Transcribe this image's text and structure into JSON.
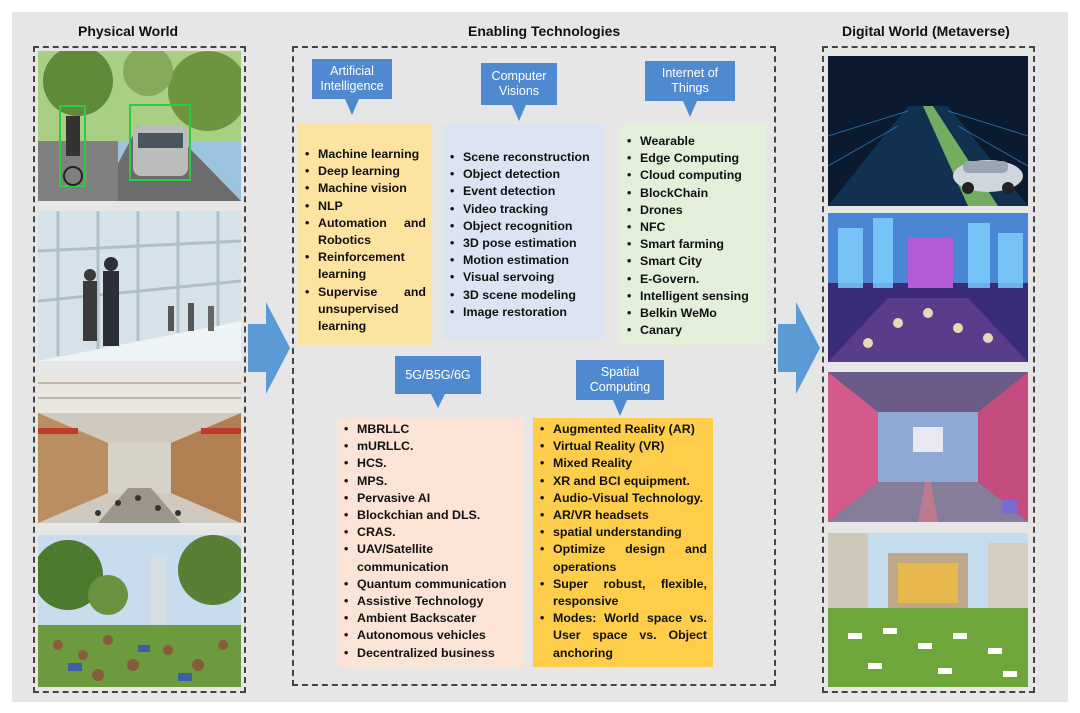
{
  "headings": {
    "physical": "Physical World",
    "enabling": "Enabling Technologies",
    "digital": "Digital World (Metaverse)"
  },
  "callouts": {
    "ai": [
      "Artificial",
      "Intelligence"
    ],
    "cv": [
      "Computer",
      "Visions"
    ],
    "iot": [
      "Internet of",
      "Things"
    ],
    "g": [
      "5G/B5G/6G"
    ],
    "sc": [
      "Spatial",
      "Computing"
    ]
  },
  "ai_items": [
    "Machine learning",
    "Deep learning",
    "Machine vision",
    "NLP",
    "Automation and Robotics",
    "Reinforcement learning",
    "Supervise and unsupervised learning"
  ],
  "cv_items": [
    "Scene reconstruction",
    "Object detection",
    "Event detection",
    "Video tracking",
    "Object recognition",
    "3D pose estimation",
    "Motion estimation",
    "Visual servoing",
    "3D scene modeling",
    "Image restoration"
  ],
  "iot_items": [
    "Wearable",
    "Edge Computing",
    "Cloud computing",
    "BlockChain",
    "Drones",
    "NFC",
    "Smart farming",
    "Smart City",
    "E-Govern.",
    "Intelligent sensing",
    "Belkin WeMo",
    "Canary"
  ],
  "g_items": [
    "MBRLLC",
    "mURLLC.",
    "HCS.",
    "MPS.",
    "Pervasive AI",
    "Blockchian and DLS.",
    "CRAS.",
    "UAV/Satellite communication",
    "Quantum communication",
    "Assistive Technology",
    "Ambient Backscater",
    "Autonomous vehicles",
    "Decentralized business"
  ],
  "sc_items": [
    "Augmented Reality (AR)",
    "Virtual Reality (VR)",
    "Mixed Reality",
    "XR and BCI equipment.",
    "Audio-Visual Technology.",
    "AR/VR headsets",
    "spatial understanding",
    "Optimize design and operations",
    "Super robust, flexible, responsive",
    "Modes: World space vs. User space vs. Object anchoring"
  ],
  "colors": {
    "callout": "#4f8ad0",
    "ai_box": "#fde3a0",
    "cv_box": "#dce4f4",
    "iot_box": "#e3efd9",
    "g_box": "#fbe4d5",
    "sc_box": "#fecd4a",
    "arrow": "#5b9bd5",
    "panel": "#e6e6e6"
  }
}
